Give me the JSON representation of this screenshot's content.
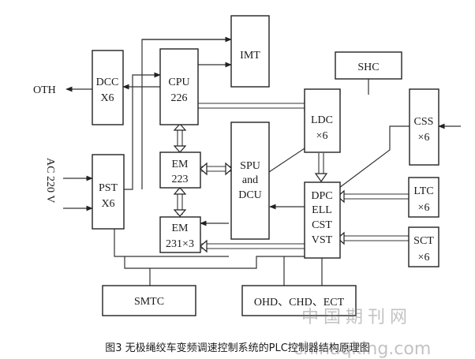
{
  "blocks": {
    "dcc": [
      "DCC",
      "X6"
    ],
    "cpu": [
      "CPU",
      "226"
    ],
    "imt": [
      "IMT"
    ],
    "shc": [
      "SHC"
    ],
    "em223": [
      "EM",
      "223"
    ],
    "em231": [
      "EM",
      "231×3"
    ],
    "spu": [
      "SPU",
      "and",
      "DCU"
    ],
    "ldc": [
      "LDC",
      "×6"
    ],
    "css": [
      "CSS",
      "×6"
    ],
    "pst": [
      "PST",
      "X6"
    ],
    "dpc": [
      "DPC",
      "ELL",
      "CST",
      "VST"
    ],
    "ltc": [
      "LTC",
      "×6"
    ],
    "sct": [
      "SCT",
      "×6"
    ],
    "smtc": [
      "SMTC"
    ],
    "ohd": [
      "OHD、CHD、ECT"
    ]
  },
  "labels": {
    "oth": "OTH",
    "ac_power": "AC 220 V"
  },
  "caption": "图3 无极绳绞车变频调速控制系统的PLC控制器结构原理图",
  "watermark": {
    "cn": "中国期刊网",
    "en": "chinaqking.com"
  }
}
